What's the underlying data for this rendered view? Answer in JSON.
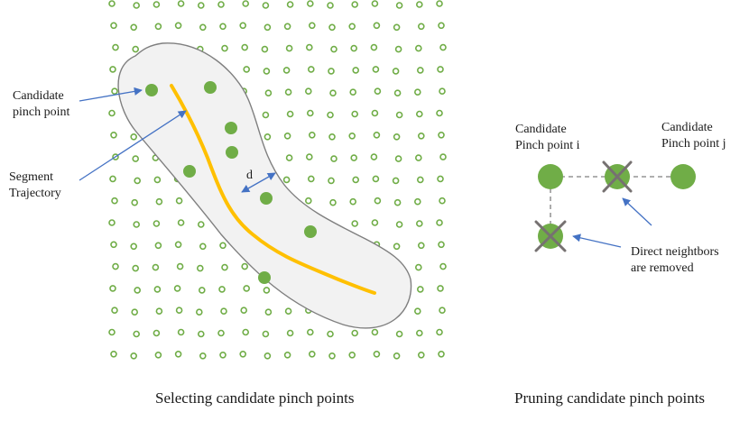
{
  "left_panel": {
    "caption": "Selecting candidate pinch points",
    "candidate_label": [
      "Candidate",
      "pinch point"
    ],
    "trajectory_label": [
      "Segment",
      "Trajectory"
    ],
    "distance_label": "d"
  },
  "right_panel": {
    "caption": "Pruning candidate pinch points",
    "point_i_label": [
      "Candidate",
      "Pinch point i"
    ],
    "point_j_label": [
      "Candidate",
      "Pinch point j"
    ],
    "neighbors_label": [
      "Direct neightbors",
      "are removed"
    ]
  },
  "colors": {
    "grid_ring": "#70ad47",
    "candidate_fill": "#70ad47",
    "trajectory": "#ffc000",
    "region_fill": "#f2f2f2",
    "region_stroke": "#7f7f7f",
    "arrow": "#4472c4",
    "cross": "#767171",
    "dashed_link": "#7f7f7f"
  }
}
